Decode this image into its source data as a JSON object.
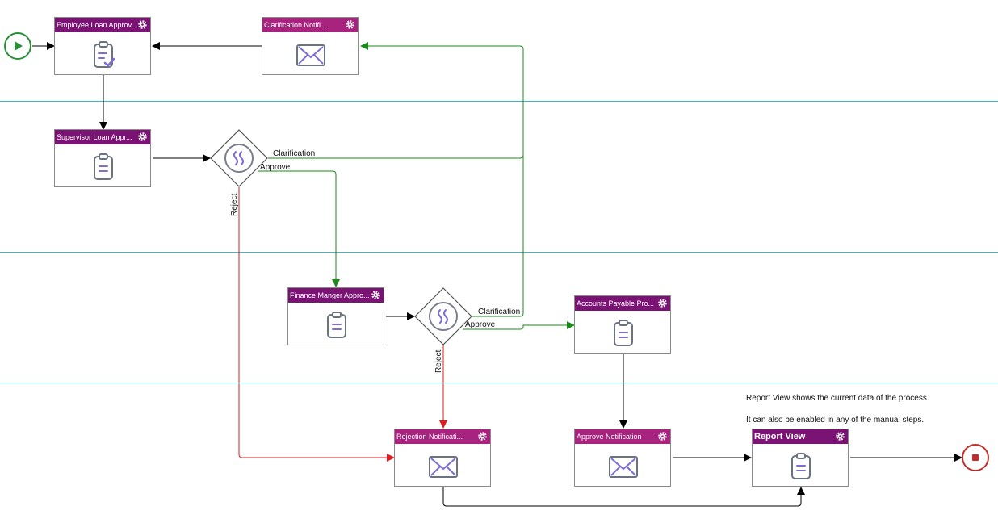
{
  "colors": {
    "header_dark": "#7a1374",
    "header_magenta": "#a7237e",
    "lane_line": "#3bb8c4",
    "flow_default": "#000000",
    "flow_approve": "#1a8a1a",
    "flow_reject": "#e11c1c",
    "start": "#2a8f3a",
    "end": "#c0302b",
    "icon": "#7b6fd6"
  },
  "tasks": [
    {
      "key": "employee",
      "title": "Employee Loan Approv...",
      "icon": "clipboard-check-icon",
      "style": "dark"
    },
    {
      "key": "clarification",
      "title": "Clarification Notifi...",
      "icon": "envelope-icon",
      "style": "magenta"
    },
    {
      "key": "supervisor",
      "title": "Supervisor Loan Appr...",
      "icon": "clipboard-icon",
      "style": "dark"
    },
    {
      "key": "finance",
      "title": "Finance Manger Appro...",
      "icon": "clipboard-icon",
      "style": "dark"
    },
    {
      "key": "payable",
      "title": "Accounts Payable Pro...",
      "icon": "clipboard-icon",
      "style": "dark"
    },
    {
      "key": "rejection",
      "title": "Rejection Notificati...",
      "icon": "envelope-icon",
      "style": "magenta"
    },
    {
      "key": "approve",
      "title": "Approve Notification",
      "icon": "envelope-icon",
      "style": "magenta"
    },
    {
      "key": "report",
      "title": "Report View",
      "icon": "clipboard-icon",
      "style": "dark"
    }
  ],
  "flow_labels": {
    "clarification_1": "Clarification",
    "approve_1": "Approve",
    "reject_1": "Reject",
    "clarification_2": "Clarification",
    "approve_2": "Approve",
    "reject_2": "Reject"
  },
  "annotation": {
    "line1": "Report View shows the current data of the process.",
    "line2": "It can also be enabled in any of the manual steps."
  }
}
